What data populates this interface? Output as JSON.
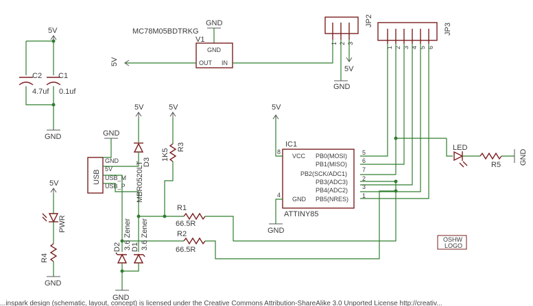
{
  "power": {
    "v5": "5V",
    "gnd": "GND"
  },
  "v1": {
    "part": "MC78M05BDTRKG",
    "ref": "V1",
    "gnd_pin": "GND",
    "out_pin": "OUT",
    "in_pin": "IN"
  },
  "caps": {
    "c2_ref": "C2",
    "c2_val": "4.7uf",
    "c1_ref": "C1",
    "c1_val": "0.1uf"
  },
  "jp2": {
    "ref": "JP2",
    "pins": [
      "1",
      "2",
      "3"
    ]
  },
  "jp3": {
    "ref": "JP3",
    "pins": [
      "1",
      "2",
      "3",
      "4",
      "5",
      "6"
    ]
  },
  "usb": {
    "label": "USB",
    "pins": [
      "GND",
      "5V",
      "USB_M",
      "USB_P"
    ]
  },
  "d3": {
    "ref": "D3",
    "part": "MBR0520LT"
  },
  "r3": {
    "ref": "R3",
    "val": "1K5"
  },
  "zeners": {
    "d2_ref": "D2",
    "d2_val": "3.6 Zener",
    "d1_ref": "D1",
    "d1_val": "3.6 Zener"
  },
  "r1": {
    "ref": "R1",
    "val": "66.5R"
  },
  "r2": {
    "ref": "R2",
    "val": "66.5R"
  },
  "ic1": {
    "ref": "IC1",
    "part": "ATTINY85",
    "left_pins": [
      {
        "num": "8",
        "name": "VCC"
      },
      {
        "num": "4",
        "name": "GND"
      }
    ],
    "right_pins": [
      {
        "num": "5",
        "name": "PB0(MOSI)"
      },
      {
        "num": "6",
        "name": "PB1(MISO)"
      },
      {
        "num": "7",
        "name": "PB2(SCK/ADC1)"
      },
      {
        "num": "2",
        "name": "PB3(ADC3)"
      },
      {
        "num": "3",
        "name": "PB4(ADC2)"
      },
      {
        "num": "1",
        "name": "PB5(NRES)"
      }
    ]
  },
  "led": {
    "label": "LED",
    "r5": "R5"
  },
  "pwr": {
    "label": "PWR",
    "r4": "R4"
  },
  "oshw": {
    "line1": "OSHW",
    "line2": "LOGO"
  },
  "footer": "...inspark design (schematic, layout, concept) is licensed under the Creative Commons Attribution-ShareAlike 3.0 Unported License http://creativ..."
}
